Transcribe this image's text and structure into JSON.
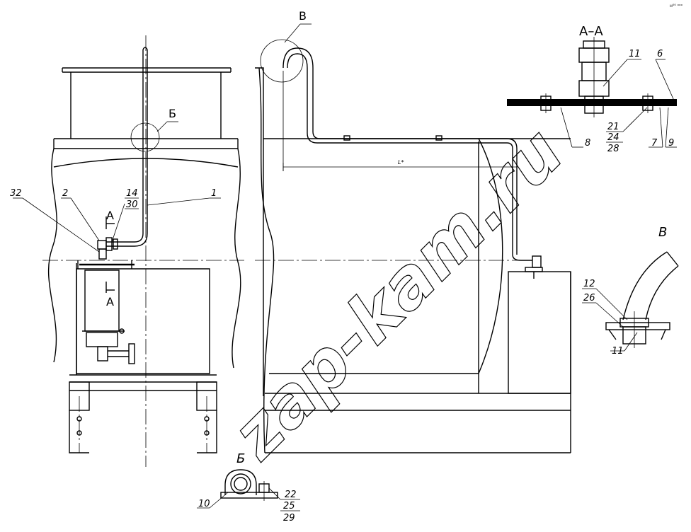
{
  "corner_mark": "н⁰⁰ ᵒᵒᵒ",
  "watermark": "zap-kam.ru",
  "sections": {
    "aa_title": "А–А",
    "cut_a_top": "А",
    "cut_a_bottom": "А",
    "view_v_callout": "В",
    "view_b_callout": "Б",
    "view_v_title": "В",
    "view_b_title": "Б"
  },
  "dimension_label": "L*",
  "callouts": {
    "c32": "32",
    "c2": "2",
    "c14": "14",
    "c30": "30",
    "c1": "1",
    "c11": "11",
    "c6": "6",
    "c21": "21",
    "c24": "24",
    "c28": "28",
    "c7": "7",
    "c9": "9",
    "c8": "8",
    "c12": "12",
    "c26": "26",
    "c11b": "11",
    "c10": "10",
    "c22": "22",
    "c25": "25",
    "c29": "29"
  }
}
